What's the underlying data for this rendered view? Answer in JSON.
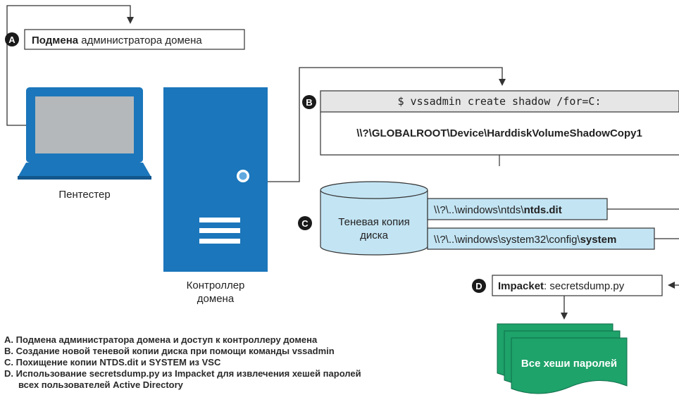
{
  "colors": {
    "blue": "#1b76bb",
    "blue_dark": "#13578d",
    "screen_gray": "#b4b8bb",
    "light_blue": "#c3e4f3",
    "command_bg": "#e6e6e6",
    "green": "#1ea36a",
    "green_dark": "#0e6d4a",
    "ring": "#5fa9e0"
  },
  "markers": {
    "a": "A",
    "b": "B",
    "c": "C",
    "d": "D"
  },
  "step_a": {
    "bold": "Подмена",
    "rest": " администратора домена"
  },
  "pentester": {
    "label": "Пентестер",
    "icon": "laptop-icon"
  },
  "dc": {
    "label_line1": "Контроллер",
    "label_line2": "домена",
    "icon": "server-tower-icon"
  },
  "step_b": {
    "command": "$ vssadmin create shadow /for=C:",
    "output": "\\\\?\\GLOBALROOT\\Device\\HarddiskVolumeShadowCopy1"
  },
  "step_c": {
    "disk_line1": "Теневая копия",
    "disk_line2": "диска",
    "path1_prefix": "\\\\?\\..\\windows\\ntds\\",
    "path1_bold": "ntds.dit",
    "path2_prefix": "\\\\?\\..\\windows\\system32\\config\\",
    "path2_bold": "system"
  },
  "step_d": {
    "bold": "Impacket",
    "rest": ": secretsdump.py"
  },
  "result": {
    "label": "Все хеши паролей"
  },
  "legend": [
    "A.  Подмена администратора домена и доступ к контроллеру домена",
    "B.  Создание новой теневой копии диска при помощи команды vssadmin",
    "C.  Похищение копии NTDS.dit и SYSTEM из VSC",
    "D.  Использование secretsdump.py из Impacket для извлечения хешей паролей",
    "всех пользователей Active Directory"
  ]
}
